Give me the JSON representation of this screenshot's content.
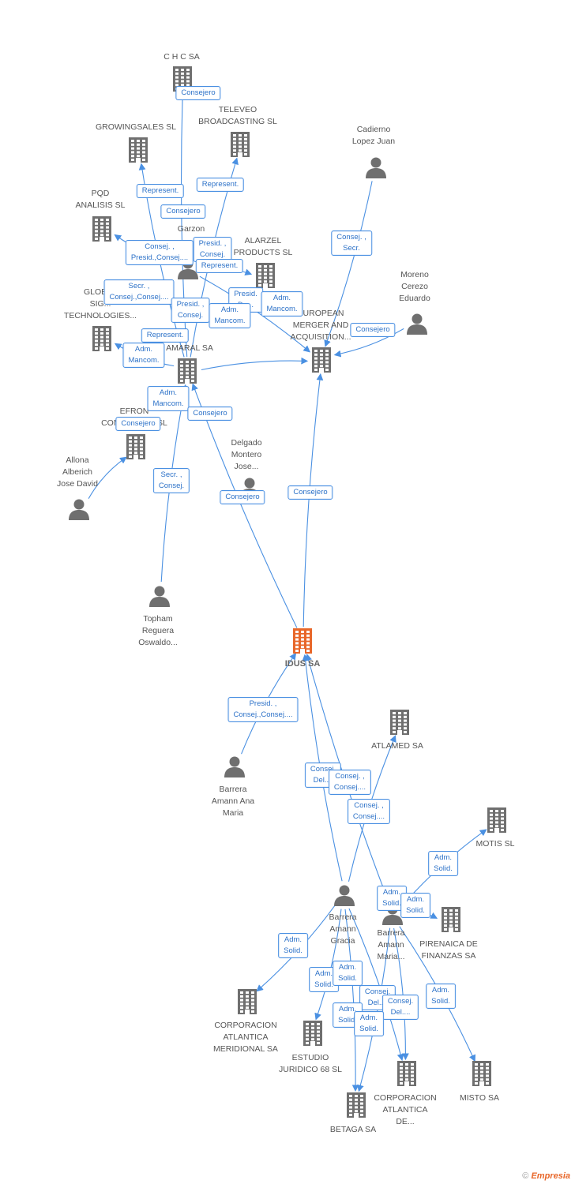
{
  "colors": {
    "edge": "#4a90e2",
    "node_icon": "#6f6f6f",
    "main_icon": "#e8672a",
    "badge_border": "#4a90e2",
    "badge_text": "#2d72c8"
  },
  "footer": {
    "copyright": "©",
    "brand": "Empresia"
  },
  "nodes": [
    {
      "id": "idus",
      "type": "company",
      "main": true,
      "label": "IDUS SA"
    },
    {
      "id": "chc",
      "type": "company",
      "label": "C H C SA"
    },
    {
      "id": "growing",
      "type": "company",
      "label": "GROWINGSALES SL"
    },
    {
      "id": "televeo",
      "type": "company",
      "label": "TELEVEO\nBROADCASTING SL"
    },
    {
      "id": "pqd",
      "type": "company",
      "label": "PQD\nANALISIS SL"
    },
    {
      "id": "garzon",
      "type": "person",
      "label": "Garzon"
    },
    {
      "id": "alarzel",
      "type": "company",
      "label": "ALARZEL\nPRODUCTS SL"
    },
    {
      "id": "cadierno",
      "type": "person",
      "label": "Cadierno\nLopez Juan"
    },
    {
      "id": "moreno",
      "type": "person",
      "label": "Moreno\nCerezo\nEduardo"
    },
    {
      "id": "european",
      "type": "company",
      "label": "EUROPEAN\nMERGER AND\nACQUISITION..."
    },
    {
      "id": "global",
      "type": "company",
      "label": "GLOBAL\nSIG...\nTECHNOLOGIES..."
    },
    {
      "id": "amaral",
      "type": "company",
      "label": "AMARAL SA"
    },
    {
      "id": "efron",
      "type": "company",
      "label": "EFRON\nCONSULTING SL"
    },
    {
      "id": "allona",
      "type": "person",
      "label": "Allona\nAlberich\nJose David"
    },
    {
      "id": "delgado",
      "type": "person",
      "label": "Delgado\nMontero\nJose..."
    },
    {
      "id": "topham",
      "type": "person",
      "label": "Topham\nReguera\nOswaldo..."
    },
    {
      "id": "barrera_ana",
      "type": "person",
      "label": "Barrera\nAmann Ana\nMaria"
    },
    {
      "id": "atlamed",
      "type": "company",
      "label": "ATLAMED SA"
    },
    {
      "id": "motis",
      "type": "company",
      "label": "MOTIS SL"
    },
    {
      "id": "barrera_gracia",
      "type": "person",
      "label": "Barrera\nAmann\nGracia"
    },
    {
      "id": "barrera_maria",
      "type": "person",
      "label": "Barrera\nAmann\nMaria..."
    },
    {
      "id": "pirenaica",
      "type": "company",
      "label": "PIRENAICA DE\nFINANZAS SA"
    },
    {
      "id": "corp_merid",
      "type": "company",
      "label": "CORPORACION\nATLANTICA\nMERIDIONAL SA"
    },
    {
      "id": "estudio",
      "type": "company",
      "label": "ESTUDIO\nJURIDICO 68 SL"
    },
    {
      "id": "corp_de",
      "type": "company",
      "label": "CORPORACION\nATLANTICA\nDE..."
    },
    {
      "id": "misto",
      "type": "company",
      "label": "MISTO SA"
    },
    {
      "id": "betaga",
      "type": "company",
      "label": "BETAGA SA"
    }
  ],
  "edges": [
    {
      "from": "amaral",
      "to": "chc"
    },
    {
      "from": "amaral",
      "to": "growing"
    },
    {
      "from": "amaral",
      "to": "televeo"
    },
    {
      "from": "garzon",
      "to": "pqd"
    },
    {
      "from": "garzon",
      "to": "alarzel"
    },
    {
      "from": "amaral",
      "to": "european"
    },
    {
      "from": "garzon",
      "to": "european"
    },
    {
      "from": "cadierno",
      "to": "european"
    },
    {
      "from": "moreno",
      "to": "european"
    },
    {
      "from": "amaral",
      "to": "global"
    },
    {
      "from": "allona",
      "to": "efron"
    },
    {
      "from": "topham",
      "to": "amaral"
    },
    {
      "from": "idus",
      "to": "amaral"
    },
    {
      "from": "idus",
      "to": "european"
    },
    {
      "from": "barrera_ana",
      "to": "idus"
    },
    {
      "from": "barrera_gracia",
      "to": "idus"
    },
    {
      "from": "barrera_maria",
      "to": "idus"
    },
    {
      "from": "barrera_gracia",
      "to": "atlamed"
    },
    {
      "from": "barrera_maria",
      "to": "motis"
    },
    {
      "from": "barrera_gracia",
      "to": "corp_merid"
    },
    {
      "from": "barrera_gracia",
      "to": "estudio"
    },
    {
      "from": "barrera_gracia",
      "to": "betaga"
    },
    {
      "from": "barrera_maria",
      "to": "betaga"
    },
    {
      "from": "barrera_gracia",
      "to": "corp_de"
    },
    {
      "from": "barrera_maria",
      "to": "corp_de"
    },
    {
      "from": "barrera_maria",
      "to": "misto"
    },
    {
      "from": "barrera_maria",
      "to": "pirenaica"
    }
  ],
  "badges": [
    {
      "text": "Consejero"
    },
    {
      "text": "Represent."
    },
    {
      "text": "Represent."
    },
    {
      "text": "Consejero"
    },
    {
      "text": "Consej. ,\nPresid.,Consej...."
    },
    {
      "text": "Presid. ,\nConsej."
    },
    {
      "text": "Represent."
    },
    {
      "text": "Consej. ,\nSecr."
    },
    {
      "text": "Secr. ,\nConsej.,Consej...."
    },
    {
      "text": "Presid.\nDe..."
    },
    {
      "text": "Adm.\nMancom."
    },
    {
      "text": "Presid. ,\nConsej."
    },
    {
      "text": "Adm.\nMancom."
    },
    {
      "text": "Consejero"
    },
    {
      "text": "Represent."
    },
    {
      "text": "Adm.\nMancom."
    },
    {
      "text": "Adm.\nMancom."
    },
    {
      "text": "Consejero"
    },
    {
      "text": "Consejero"
    },
    {
      "text": "Secr. ,\nConsej."
    },
    {
      "text": "Consejero"
    },
    {
      "text": "Consejero"
    },
    {
      "text": "Presid. ,\nConsej.,Consej...."
    },
    {
      "text": "Consej.\nDel...."
    },
    {
      "text": "Consej. ,\nConsej...."
    },
    {
      "text": "Consej. ,\nConsej...."
    },
    {
      "text": "Adm.\nSolid."
    },
    {
      "text": "Adm.\nSolid."
    },
    {
      "text": "Adm.\nSolid."
    },
    {
      "text": "Adm.\nSolid."
    },
    {
      "text": "Adm.\nSolid."
    },
    {
      "text": "Adm.\nSolid."
    },
    {
      "text": "Consej.\nDel...."
    },
    {
      "text": "Adm.\nSolid."
    },
    {
      "text": "Consej.\nDel...."
    },
    {
      "text": "Adm.\nSolid."
    },
    {
      "text": "Adm.\nSolid."
    }
  ]
}
